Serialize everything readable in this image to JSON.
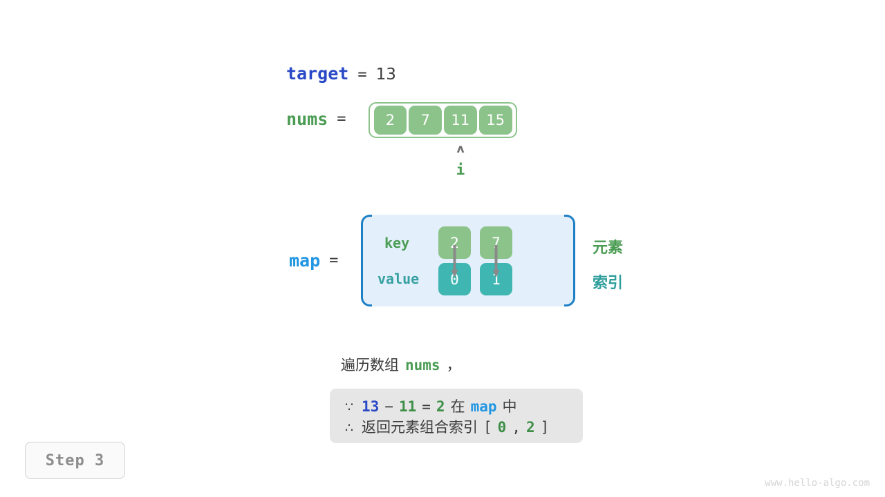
{
  "target": {
    "name": "target",
    "equals": "=",
    "value": "13"
  },
  "nums": {
    "name": "nums",
    "equals": "=",
    "cells": [
      "2",
      "7",
      "11",
      "15"
    ],
    "pointer": {
      "caret": "ʌ",
      "label": "i",
      "index": 2
    }
  },
  "map": {
    "name": "map",
    "equals": "=",
    "row_labels": {
      "key": "key",
      "value": "value"
    },
    "entries": [
      {
        "key": "2",
        "value": "0"
      },
      {
        "key": "7",
        "value": "1"
      }
    ],
    "side_labels": {
      "element": "元素",
      "index": "索引"
    }
  },
  "caption": {
    "text_cn": "遍历数组",
    "code": "nums",
    "comma": "，"
  },
  "info": {
    "line1": {
      "symbol": "∵",
      "a": "13",
      "minus": "−",
      "b": "11",
      "eq": "=",
      "result": "2",
      "cn_in": "在",
      "map": "map",
      "cn_mid": "中"
    },
    "line2": {
      "symbol": "∴",
      "cn": "返回元素组合索引",
      "bracket_open": "[",
      "i0": "0",
      "sep": ",",
      "i1": "2",
      "bracket_close": "]"
    }
  },
  "step_badge": {
    "label": "Step 3"
  },
  "watermark": {
    "text": "www.hello-algo.com"
  },
  "colors": {
    "green": "#4a9c53",
    "green_fill": "#8cc38b",
    "teal_fill": "#3fb6b1",
    "teal_text": "#36a0a0",
    "blue_dark": "#2a49c6",
    "blue_light": "#2196e3",
    "map_bg": "#e3f0fb",
    "map_border": "#1d7fc4",
    "info_bg": "#e6e6e6",
    "gray_text": "#3c3c3c",
    "badge_text": "#8d8d8d",
    "arrow_gray": "#8a8a8a"
  }
}
